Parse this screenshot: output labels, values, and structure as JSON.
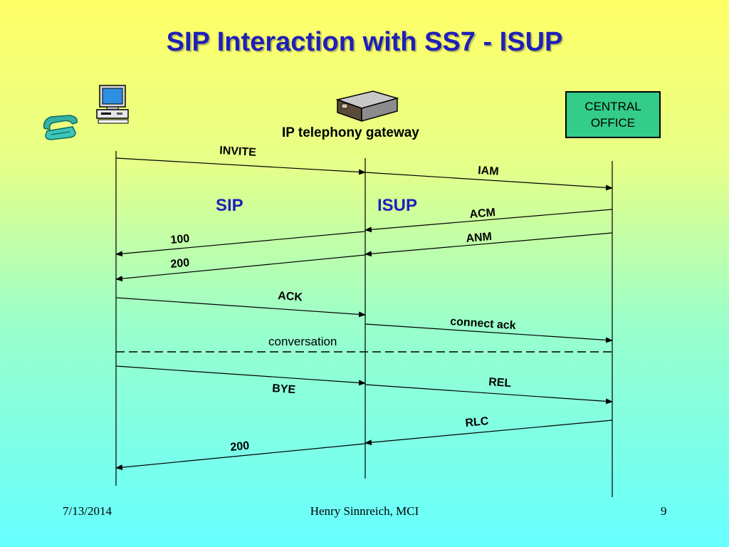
{
  "title": "SIP Interaction with SS7 - ISUP",
  "gateway_label": "IP telephony gateway",
  "central_office": "CENTRAL\nOFFICE",
  "protocols": {
    "left": "SIP",
    "right": "ISUP"
  },
  "messages": {
    "invite": "INVITE",
    "iam": "IAM",
    "acm": "ACM",
    "anm": "ANM",
    "m100": "100",
    "m200a": "200",
    "ack": "ACK",
    "connect_ack": "connect ack",
    "conversation": "conversation",
    "bye": "BYE",
    "rel": "REL",
    "rlc": "RLC",
    "m200b": "200"
  },
  "footer": {
    "date": "7/13/2014",
    "author": "Henry Sinnreich, MCI",
    "page": "9"
  },
  "colors": {
    "title": "#1F1FB8",
    "central_office_fill": "#33CC88"
  },
  "icons": [
    "telephone-icon",
    "computer-icon",
    "gateway-icon"
  ]
}
